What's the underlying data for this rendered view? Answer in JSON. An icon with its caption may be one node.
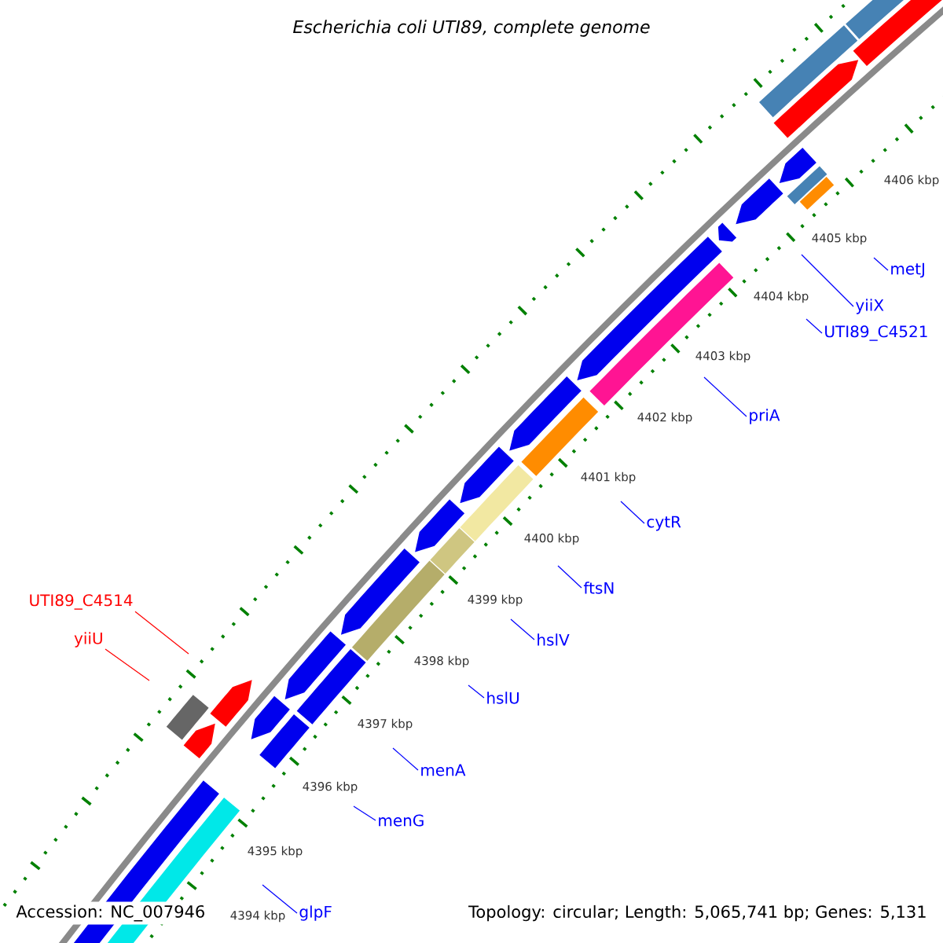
{
  "diagram": {
    "title": "Escherichia coli UTI89, complete genome",
    "nodes": [
      {
        "text": [
          "metJ"
        ]
      },
      {
        "text": [
          "yiiX"
        ]
      },
      {
        "text": [
          "UTI89_C4521"
        ]
      },
      {
        "text": [
          "priA"
        ]
      },
      {
        "text": [
          "cytR"
        ]
      },
      {
        "text": [
          "ftsN"
        ]
      },
      {
        "text": [
          "UTI89_C4514"
        ]
      },
      {
        "text": [
          "yiiU"
        ]
      },
      {
        "text": [
          "hslV"
        ]
      },
      {
        "text": [
          "hslU"
        ]
      },
      {
        "text": [
          "menA"
        ]
      },
      {
        "text": [
          "menG"
        ]
      },
      {
        "text": [
          "glpF"
        ]
      }
    ],
    "edges": [
      {
        "from": 0,
        "to": null,
        "arrow": "none"
      },
      {
        "from": 1,
        "to": null,
        "arrow": "none"
      },
      {
        "from": 2,
        "to": null,
        "arrow": "none"
      },
      {
        "from": 3,
        "to": null,
        "arrow": "none"
      },
      {
        "from": 4,
        "to": null,
        "arrow": "none"
      },
      {
        "from": 5,
        "to": null,
        "arrow": "none"
      },
      {
        "from": 6,
        "to": null,
        "arrow": "none",
        "color": "#ff0000"
      },
      {
        "from": 7,
        "to": null,
        "arrow": "none",
        "color": "#ff0000"
      },
      {
        "from": 8,
        "to": null,
        "arrow": "none"
      },
      {
        "from": 9,
        "to": null,
        "arrow": "none"
      },
      {
        "from": 10,
        "to": null,
        "arrow": "none"
      },
      {
        "from": 11,
        "to": null,
        "arrow": "none"
      },
      {
        "from": 12,
        "to": null,
        "arrow": "none"
      }
    ],
    "labels": [
      "4406 kbp",
      "4405 kbp",
      "4404 kbp",
      "4403 kbp",
      "4402 kbp",
      "4401 kbp",
      "4400 kbp",
      "4399 kbp",
      "4398 kbp",
      "4397 kbp",
      "4396 kbp",
      "4395 kbp",
      "4394 kbp",
      "Accession: NC_007946",
      "Topology: circular; Length: 5,065,741 bp; Genes: 5,131"
    ]
  }
}
